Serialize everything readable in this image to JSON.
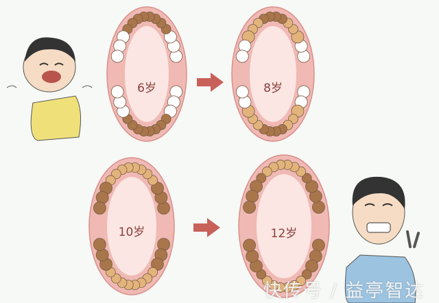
{
  "arches": [
    {
      "label": "6岁",
      "pattern": "mixed-early"
    },
    {
      "label": "8岁",
      "pattern": "mixed"
    },
    {
      "label": "10岁",
      "pattern": "mixed-late"
    },
    {
      "label": "12岁",
      "pattern": "permanent"
    }
  ],
  "colors": {
    "gum": "#f0b9b4",
    "gum_edge": "#d98f8a",
    "inner": "#fbe6e3",
    "white_tooth": "#ffffff",
    "brown_tooth": "#a8764a",
    "tan_tooth": "#e2b47c",
    "arrow": "#c8615a"
  },
  "watermark": "快传号 / 益亭智达"
}
